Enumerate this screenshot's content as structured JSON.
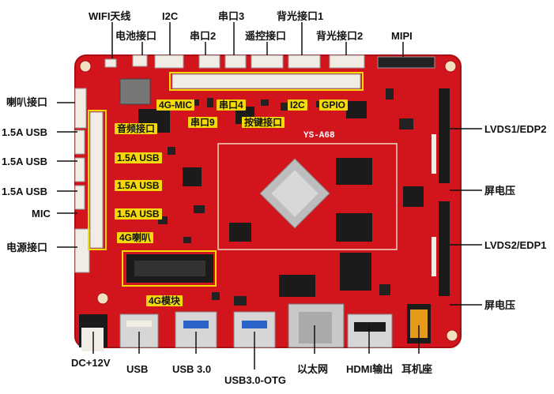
{
  "colors": {
    "pcb": "#d2141c",
    "pcb_dark": "#a80d12",
    "tag": "#f5d90a",
    "chip": "#1b1b1b",
    "connector": "#f1ede4",
    "pointer": "#111111"
  },
  "board": {
    "silkscreen": "YS-A68"
  },
  "labels": {
    "top": [
      "WIFI天线",
      "电池接口",
      "I2C",
      "串口2",
      "串口3",
      "遥控接口",
      "背光接口1",
      "背光接口2",
      "MIPI"
    ],
    "left": [
      "喇叭接口",
      "1.5A USB",
      "1.5A USB",
      "1.5A USB",
      "MIC",
      "电源接口"
    ],
    "right": [
      "LVDS1/EDP2",
      "屏电压",
      "LVDS2/EDP1",
      "屏电压"
    ],
    "bottom": [
      "DC+12V",
      "USB",
      "USB 3.0",
      "USB3.0-OTG",
      "以太网",
      "HDMI输出",
      "耳机座"
    ]
  },
  "tags": [
    "4G-MIC",
    "串口9",
    "串口4",
    "按键接口",
    "I2C",
    "GPIO",
    "音频接口",
    "1.5A USB",
    "1.5A USB",
    "1.5A USB",
    "4G喇叭",
    "4G模块"
  ]
}
